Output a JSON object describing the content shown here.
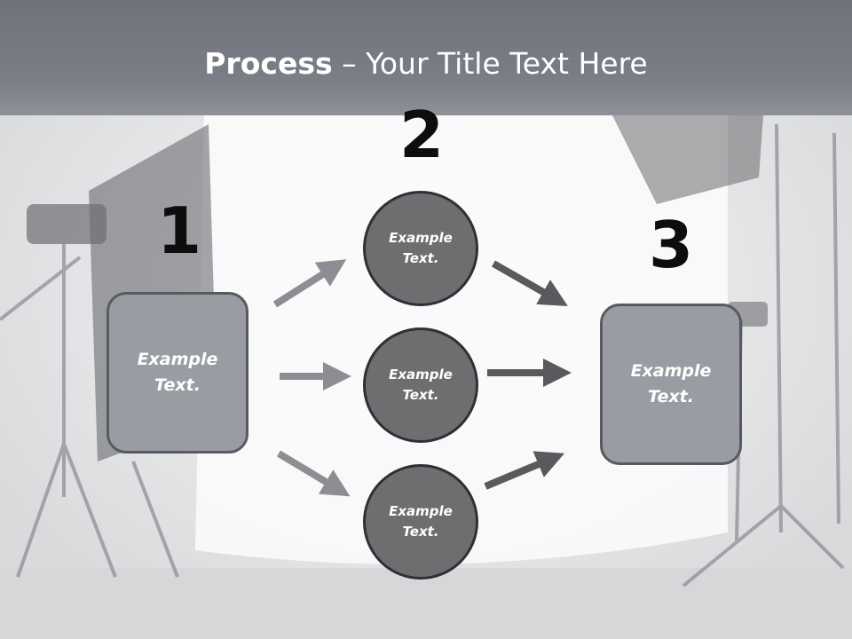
{
  "title": {
    "bold": "Process",
    "separator": " – ",
    "rest": "Your Title Text Here"
  },
  "steps": [
    {
      "number": "1",
      "line1": "Example",
      "line2": "Text."
    },
    {
      "number": "2"
    },
    {
      "number": "3",
      "line1": "Example",
      "line2": "Text."
    }
  ],
  "circles": [
    {
      "line1": "Example",
      "line2": "Text."
    },
    {
      "line1": "Example",
      "line2": "Text."
    },
    {
      "line1": "Example",
      "line2": "Text."
    }
  ],
  "colors": {
    "title_band": "#7b7e86",
    "box_fill": "#9a9ca3",
    "circle_fill": "#6e6e70",
    "arrow_light": "#8c8e94",
    "arrow_dark": "#595a5e"
  },
  "icons": [
    "right-arrow-icon",
    "studio-light-stand"
  ]
}
